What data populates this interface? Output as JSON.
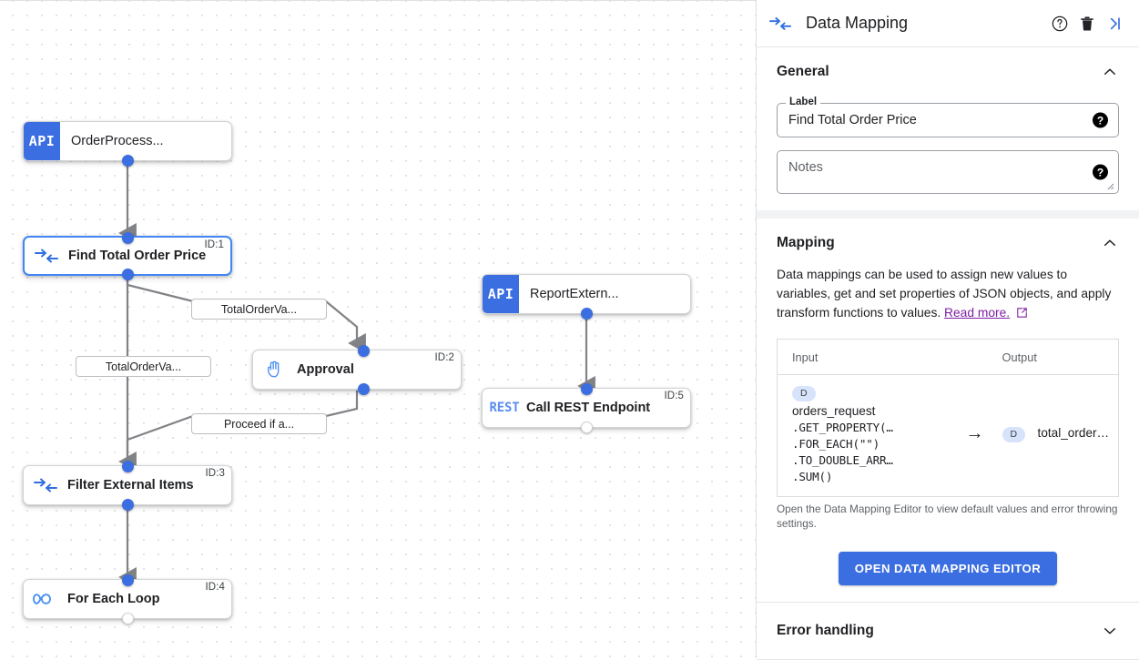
{
  "canvas": {
    "nodes": [
      {
        "id": "node-api-orderprocess",
        "type": "api",
        "badge": "API",
        "label": "OrderProcess...",
        "id_tag": "",
        "selected": false,
        "icon": "api-icon"
      },
      {
        "id": "node-find-total-order-price",
        "type": "mapping",
        "badge": "",
        "label": "Find Total Order Price",
        "id_tag": "ID:1",
        "selected": true,
        "icon": "data-mapping-icon"
      },
      {
        "id": "node-approval",
        "type": "approval",
        "badge": "",
        "label": "Approval",
        "id_tag": "ID:2",
        "selected": false,
        "icon": "hand-icon"
      },
      {
        "id": "node-filter-external-items",
        "type": "mapping",
        "badge": "",
        "label": "Filter External Items",
        "id_tag": "ID:3",
        "selected": false,
        "icon": "data-mapping-icon"
      },
      {
        "id": "node-for-each-loop",
        "type": "loop",
        "badge": "",
        "label": "For Each Loop",
        "id_tag": "ID:4",
        "selected": false,
        "icon": "infinity-icon"
      },
      {
        "id": "node-api-reportextern",
        "type": "api",
        "badge": "API",
        "label": "ReportExtern...",
        "id_tag": "",
        "selected": false,
        "icon": "api-icon"
      },
      {
        "id": "node-call-rest-endpoint",
        "type": "rest",
        "badge": "REST",
        "label": "Call REST Endpoint",
        "id_tag": "ID:5",
        "selected": false,
        "icon": "rest-icon"
      }
    ],
    "edge_labels": [
      {
        "id": "edge-label-totalorderva-top",
        "text": "TotalOrderVa..."
      },
      {
        "id": "edge-label-totalorderva-left",
        "text": "TotalOrderVa..."
      },
      {
        "id": "edge-label-proceed",
        "text": "Proceed if a..."
      }
    ]
  },
  "panel": {
    "header": {
      "icon": "data-mapping-icon",
      "title": "Data Mapping",
      "help_icon": "help-circle-icon",
      "delete_icon": "trash-icon",
      "collapse_icon": "collapse-right-icon"
    },
    "general": {
      "title": "General",
      "collapse_icon": "chevron-up-icon",
      "label_legend": "Label",
      "label_value": "Find Total Order Price",
      "label_help": "?",
      "notes_placeholder": "Notes",
      "notes_value": "",
      "notes_help": "?"
    },
    "mapping": {
      "title": "Mapping",
      "collapse_icon": "chevron-up-icon",
      "description": "Data mappings can be used to assign new values to variables, get and set properties of JSON objects, and apply transform functions to values. ",
      "read_more": "Read more.",
      "read_more_icon": "external-link-icon",
      "table": {
        "headers": [
          "Input",
          "Output"
        ],
        "rows": [
          {
            "input_badge": "D",
            "input_name": "orders_request",
            "input_chain": [
              ".GET_PROPERTY(…",
              ".FOR_EACH(\"\")",
              ".TO_DOUBLE_ARR…",
              ".SUM()"
            ],
            "arrow": "→",
            "output_badge": "D",
            "output_name": "total_order…"
          }
        ]
      },
      "hint": "Open the Data Mapping Editor to view default values and error throwing settings.",
      "button_label": "OPEN DATA MAPPING EDITOR"
    },
    "error_handling": {
      "title": "Error handling",
      "collapse_icon": "chevron-down-icon"
    }
  },
  "colors": {
    "accent_blue": "#3b6ee0",
    "selected_border": "#4285f4",
    "link_purple": "#7b1fa2",
    "chip_bg": "#d7e3fb",
    "panel_bg": "#f1f3f4"
  }
}
